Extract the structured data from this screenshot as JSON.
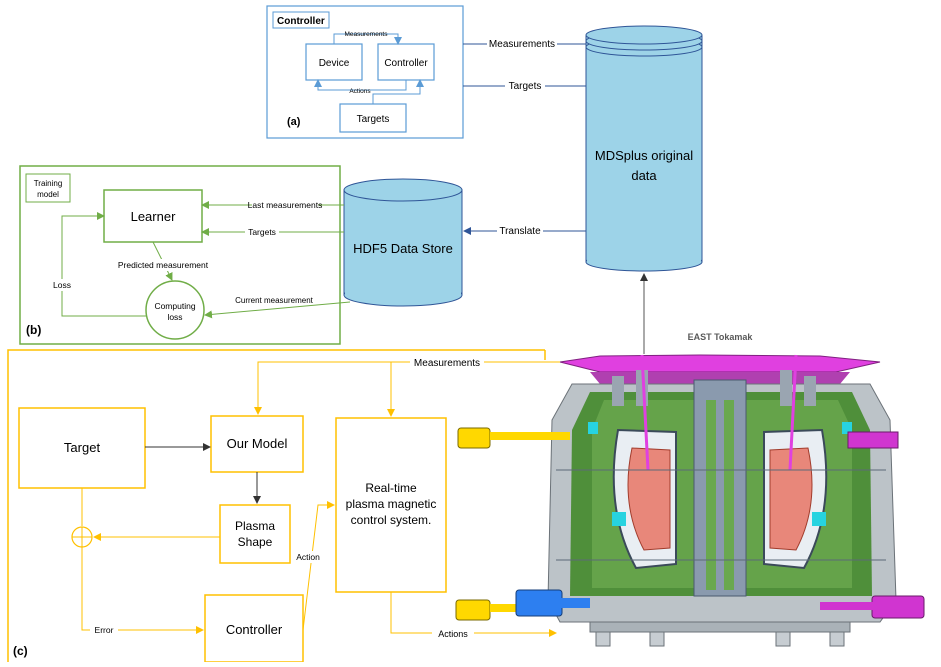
{
  "panel_a": {
    "title": "Controller",
    "label": "(a)",
    "device": "Device",
    "controller": "Controller",
    "targets": "Targets",
    "measurements": "Measurements",
    "actions": "Actions"
  },
  "mdsplus": {
    "line1": "MDSplus original",
    "line2": "data",
    "in_measurements": "Measurements",
    "in_targets": "Targets",
    "translate": "Translate"
  },
  "panel_b": {
    "title_line1": "Training",
    "title_line2": "model",
    "label": "(b)",
    "learner": "Learner",
    "last_measurements": "Last measurements",
    "targets": "Targets",
    "predicted_measurement": "Predicted measurement",
    "loss": "Loss",
    "computing_line1": "Computing",
    "computing_line2": "loss",
    "current_measurement": "Current measurement"
  },
  "hdf5": {
    "label": "HDF5 Data Store"
  },
  "tokamak": {
    "label": "EAST Tokamak"
  },
  "panel_c": {
    "label": "(c)",
    "target": "Target",
    "our_model": "Our Model",
    "plasma_line1": "Plasma",
    "plasma_line2": "Shape",
    "controller": "Controller",
    "realtime_line1": "Real-time",
    "realtime_line2": "plasma magnetic",
    "realtime_line3": "control system.",
    "measurements": "Measurements",
    "actions": "Actions",
    "action": "Action",
    "error": "Error"
  },
  "colors": {
    "blue": "#5b9bd5",
    "green": "#70ad47",
    "orange": "#ffc000",
    "cylinder_fill": "#9dd3e8"
  }
}
